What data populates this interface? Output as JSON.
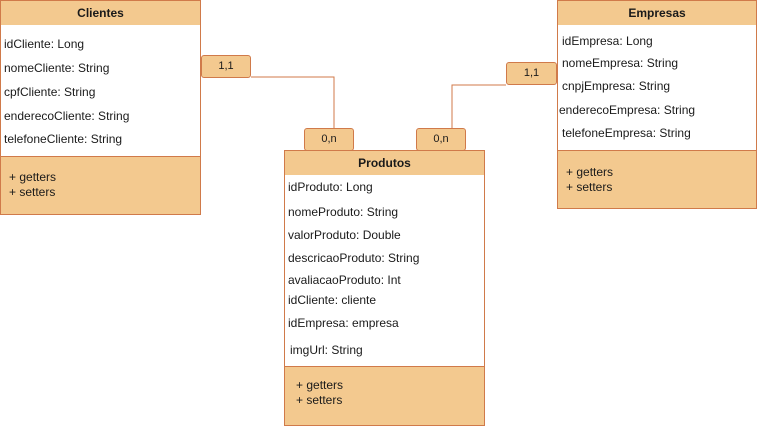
{
  "colors": {
    "header_fill": "#f3c98f",
    "border": "#d07a4a",
    "attribute_fill": "#ffffff",
    "text": "#1a1a1a"
  },
  "clientes": {
    "title": "Clientes",
    "attributes": [
      "idCliente: Long",
      "nomeCliente: String",
      "cpfCliente: String",
      "enderecoCliente: String",
      "telefoneCliente: String"
    ],
    "methods": [
      "+ getters",
      "+ setters"
    ]
  },
  "empresas": {
    "title": "Empresas",
    "attributes": [
      "idEmpresa: Long",
      "nomeEmpresa: String",
      "cnpjEmpresa: String",
      "enderecoEmpresa: String",
      "telefoneEmpresa: String"
    ],
    "methods": [
      "+ getters",
      "+ setters"
    ]
  },
  "produtos": {
    "title": "Produtos",
    "attributes": [
      "idProduto: Long",
      "nomeProduto: String",
      "valorProduto: Double",
      "descricaoProduto: String",
      "avaliacaoProduto:  Int",
      "idCliente: cliente",
      "idEmpresa: empresa",
      "imgUrl: String"
    ],
    "methods": [
      "+ getters",
      "+ setters"
    ]
  },
  "relations": {
    "clientes_side": "1,1",
    "produtos_clientes_side": "0,n",
    "empresas_side": "1,1",
    "produtos_empresas_side": "0,n"
  }
}
